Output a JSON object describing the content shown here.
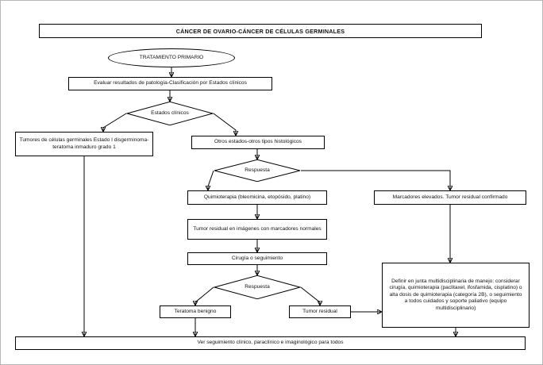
{
  "title": "CÁNCER DE OVARIO-CÁNCER DE CÉLULAS GERMINALES",
  "nodes": {
    "primary": "TRATAMIENTO PRIMARIO",
    "evaluate": "Evaluar resultados de patología-Clasificación por Estados clínicos",
    "estados": "Estados clínicos",
    "tumores_estado1": "Tumores de células germinales Estado I disgerminoma-teratoma inmaduro grado 1",
    "otros_estados": "Otros estados-otros tipos histológicos",
    "respuesta1": "Respuesta",
    "quimioterapia": "Quimioterapia (bleomicina, etopósido, platino)",
    "marcadores": "Marcadores elevados. Tumor residual confirmado",
    "tumor_imagenes": "Tumor residual en imágenes con marcadores normales",
    "cirugia_seguimiento": "Cirugía o seguimiento",
    "respuesta2": "Respuesta",
    "teratoma": "Teratoma benigno",
    "tumor_residual": "Tumor residual",
    "junta": "Definir en junta multidisciplinaria de manejo: considerar cirugía, quimioterapia (paclitaxel, ifosfamida, cisplatino) o alta dosis de quimioterapia (categoría 2B), o seguimiento a todos cuidados y soporte paliativo (equipo multidisciplinario)",
    "seguimiento_todos": "Ver seguimiento clínico, paraclínico e imaginológico para todos"
  },
  "edges": [
    {
      "from": "primary",
      "to": "evaluate"
    },
    {
      "from": "evaluate",
      "to": "estados"
    },
    {
      "from": "estados",
      "to": "tumores_estado1"
    },
    {
      "from": "estados",
      "to": "otros_estados"
    },
    {
      "from": "tumores_estado1",
      "to": "seguimiento_todos"
    },
    {
      "from": "otros_estados",
      "to": "respuesta1"
    },
    {
      "from": "respuesta1",
      "to": "quimioterapia"
    },
    {
      "from": "respuesta1",
      "to": "marcadores"
    },
    {
      "from": "quimioterapia",
      "to": "tumor_imagenes"
    },
    {
      "from": "tumor_imagenes",
      "to": "cirugia_seguimiento"
    },
    {
      "from": "cirugia_seguimiento",
      "to": "respuesta2"
    },
    {
      "from": "respuesta2",
      "to": "teratoma"
    },
    {
      "from": "respuesta2",
      "to": "tumor_residual"
    },
    {
      "from": "teratoma",
      "to": "seguimiento_todos"
    },
    {
      "from": "tumor_residual",
      "to": "junta"
    },
    {
      "from": "marcadores",
      "to": "junta"
    },
    {
      "from": "junta",
      "to": "seguimiento_todos"
    }
  ],
  "colors": {
    "line": "#000000",
    "box_bg": "#ffffff",
    "text": "#111111"
  }
}
